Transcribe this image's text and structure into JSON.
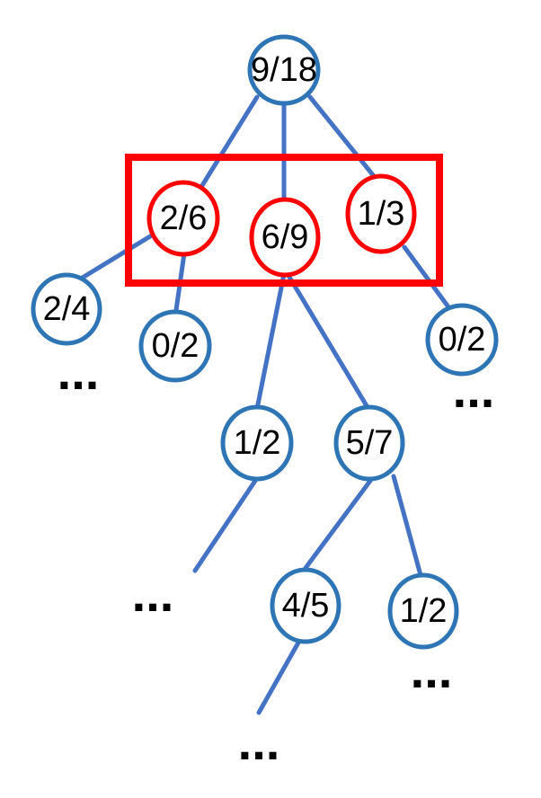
{
  "diagram": {
    "colors": {
      "edge": "#4472c4",
      "node_outline": "#2e75b6",
      "selected_outline": "#ff0000",
      "selection_box": "#ff0000"
    },
    "nodes": {
      "root": "9/18",
      "child_left": "2/6",
      "child_middle": "6/9",
      "child_right": "1/3",
      "left_left": "2/4",
      "left_right": "0/2",
      "right_child": "0/2",
      "middle_left": "1/2",
      "middle_right": "5/7",
      "mr_left": "4/5",
      "mr_right": "1/2"
    },
    "selected_nodes": [
      "child_left",
      "child_middle",
      "child_right"
    ],
    "ellipsis": "..."
  }
}
